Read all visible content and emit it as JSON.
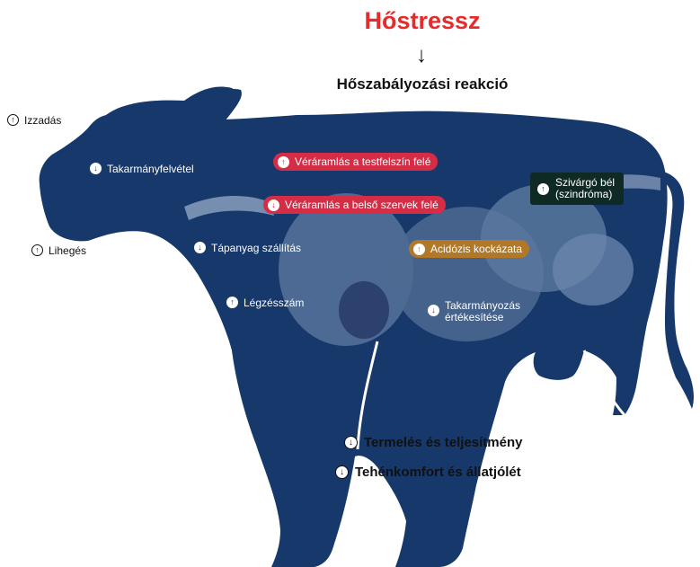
{
  "colors": {
    "cow_body": "#16386b",
    "title_red": "#e52b2b",
    "pill_red": "#d62d46",
    "pill_amber": "#b07828",
    "box_dark_green": "#0f2a25",
    "organs": "#4c6a92"
  },
  "header": {
    "title": "Hőstressz",
    "arrow": "↓",
    "subtitle": "Hőszabályozási reakció"
  },
  "labels": {
    "izzadas": {
      "text": "Izzadás",
      "direction": "up",
      "icon": "arrow-up-circle-icon"
    },
    "lihenges": {
      "text": "Lihegés",
      "direction": "up",
      "icon": "arrow-up-circle-icon"
    },
    "takarmanyfelvetel": {
      "text": "Takarmányfelvétel",
      "direction": "down",
      "icon": "arrow-down-circle-icon"
    },
    "tapanyag": {
      "text": "Tápanyag szállítás",
      "direction": "down",
      "icon": "arrow-down-circle-icon"
    },
    "legzesszam": {
      "text": "Légzésszám",
      "direction": "up",
      "icon": "arrow-up-circle-icon"
    },
    "takarmanyozas_line1": {
      "text": "Takarmányozás",
      "direction": "down",
      "icon": "arrow-down-circle-icon"
    },
    "takarmanyozas_line2": "értékesítése",
    "veraramlas_felszin": {
      "text": "Véráramlás a testfelszín felé",
      "direction": "up",
      "icon": "arrow-up-circle-icon"
    },
    "veraramlas_belso": {
      "text": "Véráramlás a belső szervek felé",
      "direction": "down",
      "icon": "arrow-down-circle-icon"
    },
    "acidozis": {
      "text": "Acidózis kockázata",
      "direction": "up",
      "icon": "arrow-up-circle-icon"
    },
    "szivargo_line1": {
      "text": "Szivárgó bél",
      "direction": "up",
      "icon": "arrow-up-circle-icon"
    },
    "szivargo_line2": "(szindróma)",
    "termeles": {
      "text": "Termelés és teljesítmény",
      "direction": "down",
      "icon": "arrow-down-circle-icon"
    },
    "tehenkomfort": {
      "text": "Tehénkomfort és állatjólét",
      "direction": "down",
      "icon": "arrow-down-circle-icon"
    }
  }
}
